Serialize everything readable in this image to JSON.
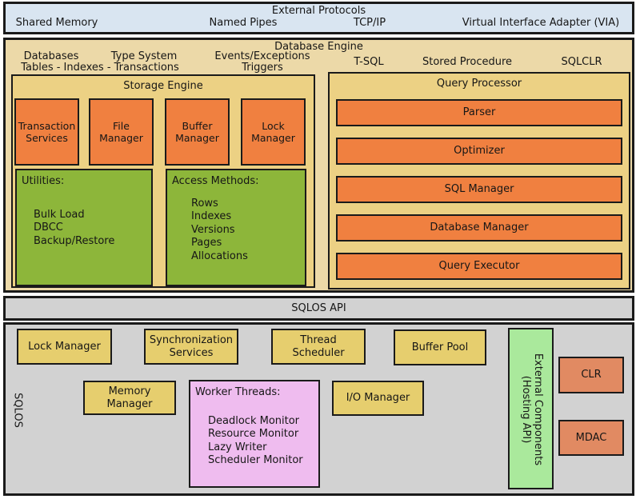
{
  "colors": {
    "external_protocols_bg": "#d9e5f1",
    "database_engine_bg": "#ecd9a8",
    "engine_panel_bg": "#ecd184",
    "component_orange": "#f08040",
    "component_olive": "#8db63a",
    "sqlos_gray": "#d2d2d2",
    "component_yellow": "#e6ce6e",
    "component_pink": "#efbcef",
    "component_light_green": "#aae99c",
    "component_salmon": "#e18a62",
    "border": "#1a1a1a"
  },
  "external_protocols": {
    "title": "External Protocols",
    "items": [
      "Shared Memory",
      "Named Pipes",
      "TCP/IP",
      "Virtual Interface Adapter (VIA)"
    ]
  },
  "database_engine": {
    "title": "Database Engine",
    "headers": {
      "databases": "Databases",
      "type_system": "Type System",
      "tables_indexes_transactions": "Tables - Indexes - Transactions",
      "events_exceptions": "Events/Exceptions",
      "triggers": "Triggers",
      "tsql": "T-SQL",
      "stored_procedure": "Stored Procedure",
      "sqlclr": "SQLCLR"
    },
    "storage_engine": {
      "title": "Storage Engine",
      "managers": [
        "Transaction Services",
        "File Manager",
        "Buffer Manager",
        "Lock Manager"
      ],
      "utilities": {
        "title": "Utilities:",
        "items": [
          "Bulk Load",
          "DBCC",
          "Backup/Restore"
        ]
      },
      "access_methods": {
        "title": "Access Methods:",
        "items": [
          "Rows",
          "Indexes",
          "Versions",
          "Pages",
          "Allocations"
        ]
      }
    },
    "query_processor": {
      "title": "Query Processor",
      "stages": [
        "Parser",
        "Optimizer",
        "SQL Manager",
        "Database Manager",
        "Query Executor"
      ]
    }
  },
  "sqlos_api": {
    "title": "SQLOS API"
  },
  "sqlos": {
    "label": "SQLOS",
    "lock_manager": "Lock Manager",
    "synchronization_services": "Synchronization Services",
    "thread_scheduler": "Thread Scheduler",
    "buffer_pool": "Buffer Pool",
    "memory_manager": "Memory Manager",
    "io_manager": "I/O Manager",
    "worker_threads": {
      "title": "Worker Threads:",
      "items": [
        "Deadlock Monitor",
        "Resource Monitor",
        "Lazy Writer",
        "Scheduler Monitor"
      ]
    },
    "external_components": {
      "line1": "External Components",
      "line2": "(Hosting API)"
    },
    "clr": "CLR",
    "mdac": "MDAC"
  }
}
